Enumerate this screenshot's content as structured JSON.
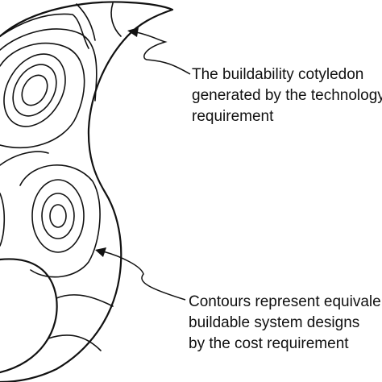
{
  "diagram": {
    "annotations": [
      {
        "id": "cotyledon",
        "lines": [
          "The buildability cotyledon",
          "generated by the technology",
          "requirement"
        ]
      },
      {
        "id": "contours",
        "lines": [
          "Contours represent equivalent",
          "buildable system designs",
          "by the cost requirement"
        ]
      }
    ]
  }
}
